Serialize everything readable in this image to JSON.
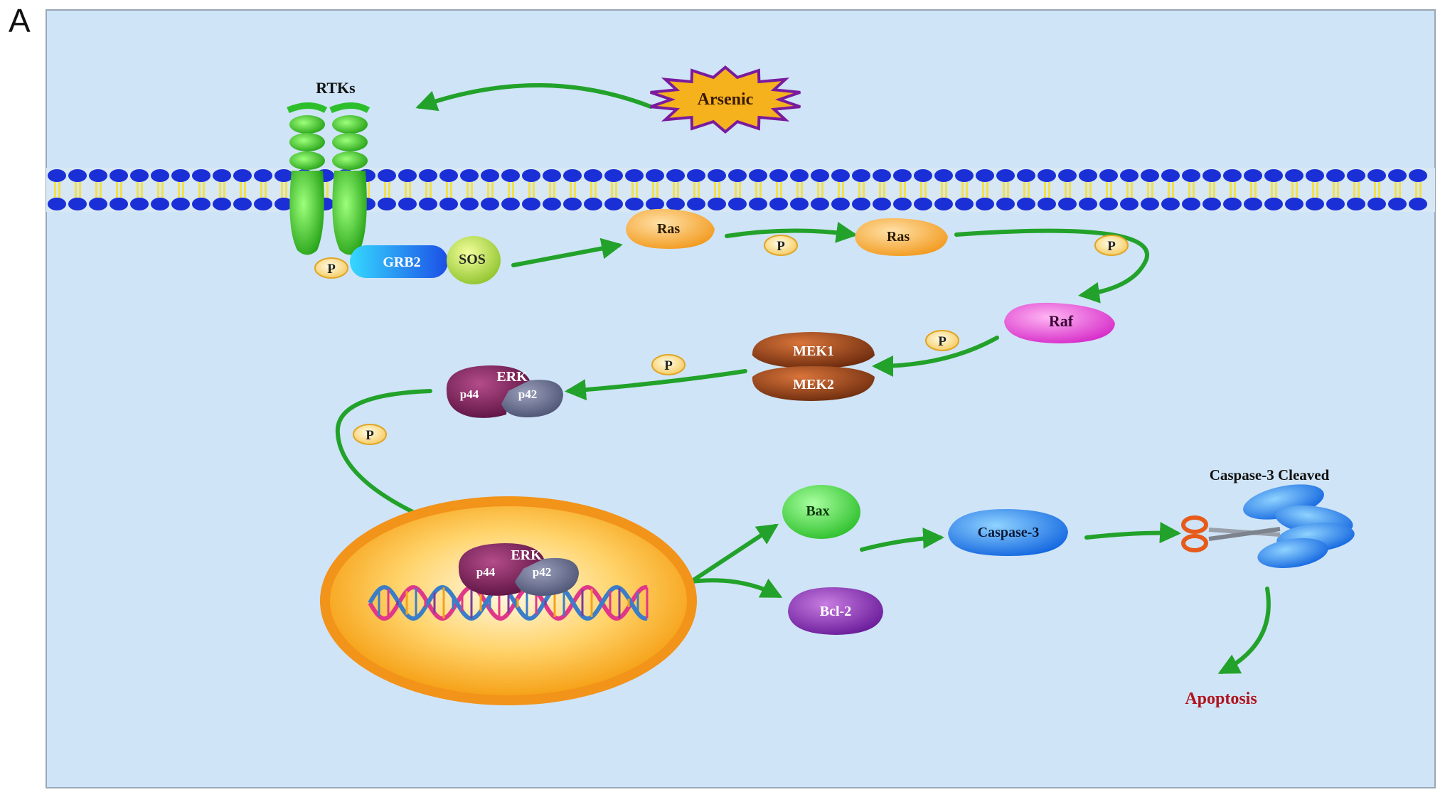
{
  "panel_label": "A",
  "stimulus": {
    "label": "Arsenic"
  },
  "receptor": {
    "label": "RTKs"
  },
  "adaptors": {
    "grb2": "GRB2",
    "sos": "SOS"
  },
  "phospho": "P",
  "cascade": {
    "ras1": "Ras",
    "ras2": "Ras",
    "raf": "Raf",
    "mek1": "MEK1",
    "mek2": "MEK2",
    "erk": "ERK",
    "p44": "p44",
    "p42": "p42"
  },
  "nucleus": {
    "erk": "ERK",
    "p44": "p44",
    "p42": "p42"
  },
  "apoptosis_branch": {
    "bax": "Bax",
    "bcl2": "Bcl-2",
    "caspase3": "Caspase-3",
    "cleaved": "Caspase-3 Cleaved",
    "outcome": "Apoptosis"
  },
  "colors": {
    "background": "#cfe4f7",
    "arrow": "#22a22a",
    "outcome_text": "#b0141e",
    "membrane_head": "#1a2fd6",
    "membrane_tail": "#f2e04a"
  }
}
